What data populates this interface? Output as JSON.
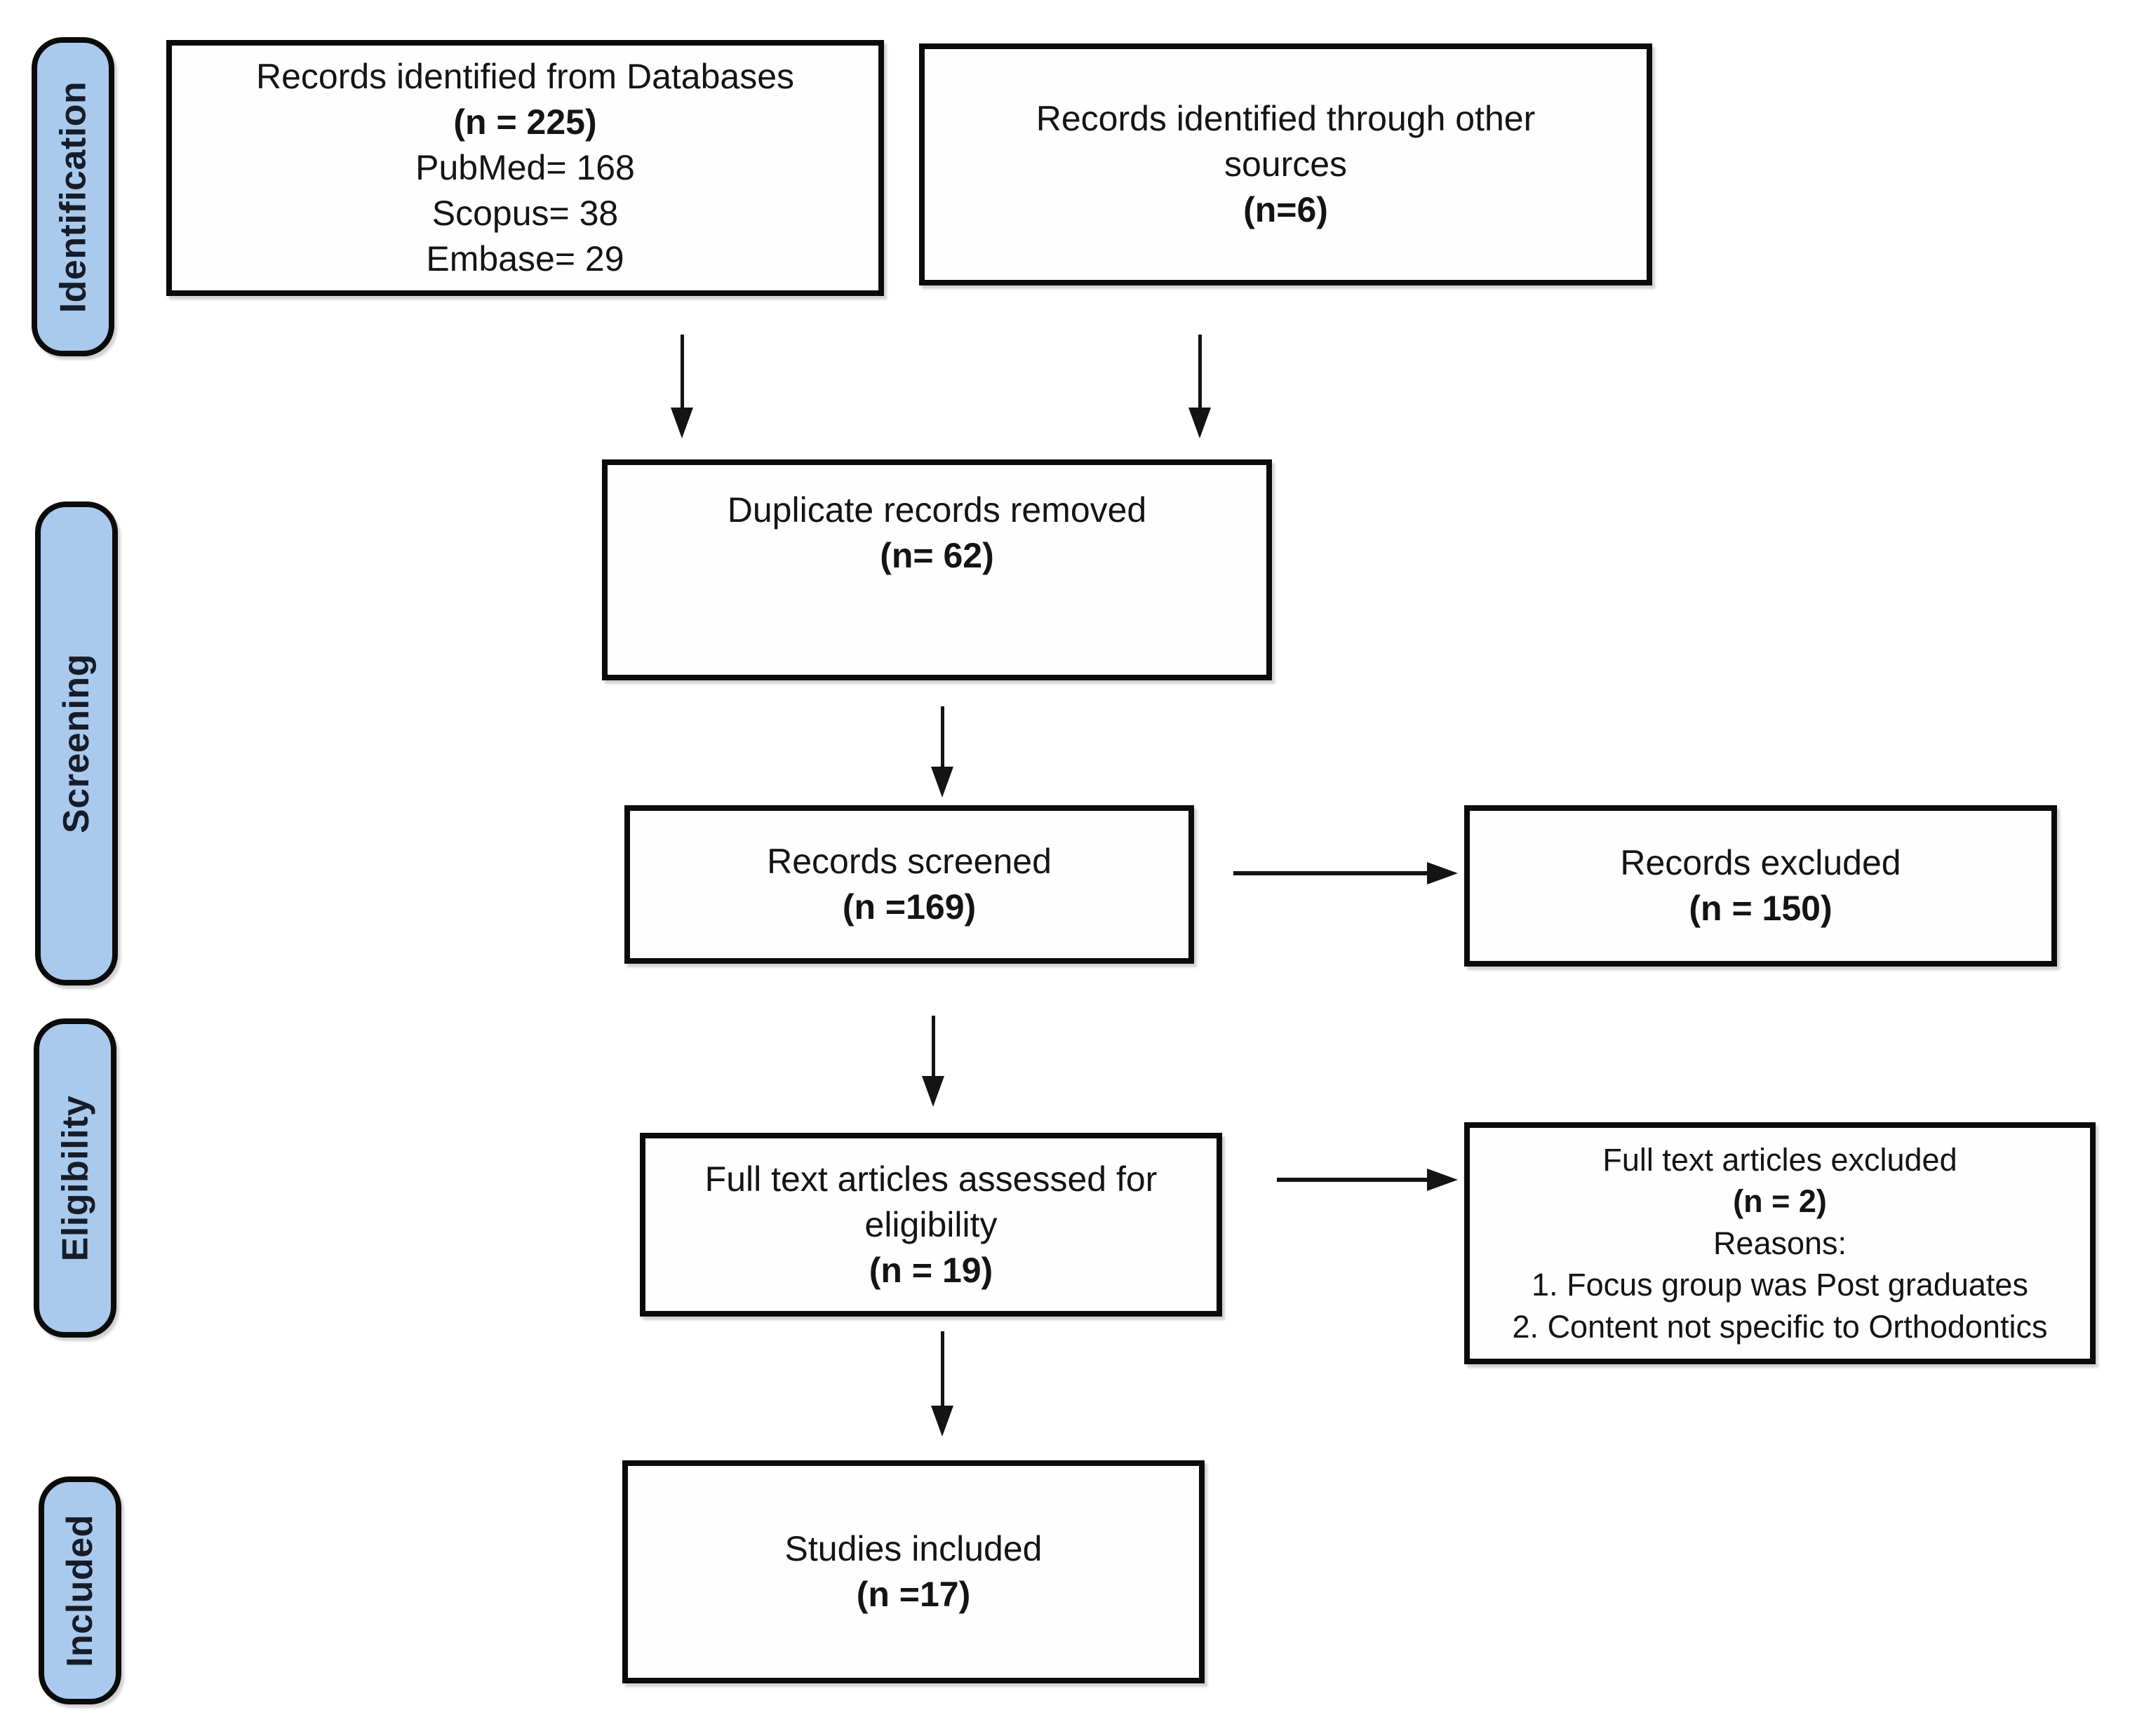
{
  "colors": {
    "stage_fill": "#a9caec",
    "stage_text": "#171c29",
    "box_fill": "#fefefe",
    "box_border": "#0b0b0b",
    "arrow": "#141414",
    "background": "#ffffff"
  },
  "stages": [
    {
      "label": "Identification"
    },
    {
      "label": "Screening"
    },
    {
      "label": "Eligibility"
    },
    {
      "label": "Included"
    }
  ],
  "boxes": {
    "identified_databases": {
      "title": "Records identified from Databases",
      "count": "(n = 225)",
      "details": [
        "PubMed= 168",
        "Scopus= 38",
        "Embase= 29"
      ]
    },
    "identified_other": {
      "title": "Records identified through other sources",
      "count": "(n=6)"
    },
    "duplicates_removed": {
      "title": "Duplicate records removed",
      "count": "(n= 62)"
    },
    "records_screened": {
      "title": "Records screened",
      "count": "(n =169)"
    },
    "records_excluded": {
      "title": "Records excluded",
      "count": "(n = 150)"
    },
    "fulltext_assessed": {
      "title": "Full text articles assessed for eligibility",
      "count": "(n = 19)"
    },
    "fulltext_excluded": {
      "title": "Full text articles excluded",
      "count": "(n = 2)",
      "reasons_label": "Reasons:",
      "reasons": [
        "1. Focus group was Post graduates",
        "2. Content not specific to Orthodontics"
      ]
    },
    "studies_included": {
      "title": "Studies included",
      "count": "(n =17)"
    }
  }
}
